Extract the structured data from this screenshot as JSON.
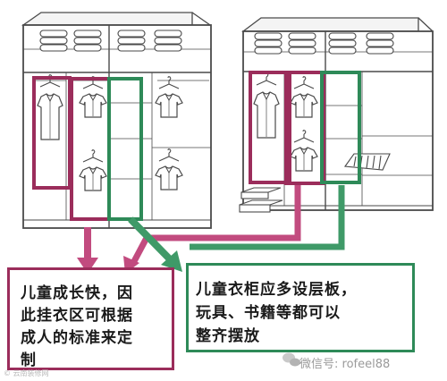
{
  "notes": {
    "left": "儿童成长快，因\n此挂衣区可根据\n成人的标准来定\n制",
    "right": "儿童衣柜应多设层板，\n玩具、书籍等都可以\n整齐摆放"
  },
  "watermark": "微信号: rofeel88",
  "source_mark": "© 云南装修网",
  "colors": {
    "hanging_area": "#9b2d5b",
    "shelf_area": "#2e8a58",
    "arrow_magenta": "#c24b7f",
    "arrow_green": "#3f9a68",
    "outline": "#4a4a4a"
  },
  "icons": [
    "shirt-icon",
    "long-coat-icon",
    "stacked-towel-icon",
    "wechat-icon",
    "toy-tray-icon",
    "drawer-icon"
  ]
}
